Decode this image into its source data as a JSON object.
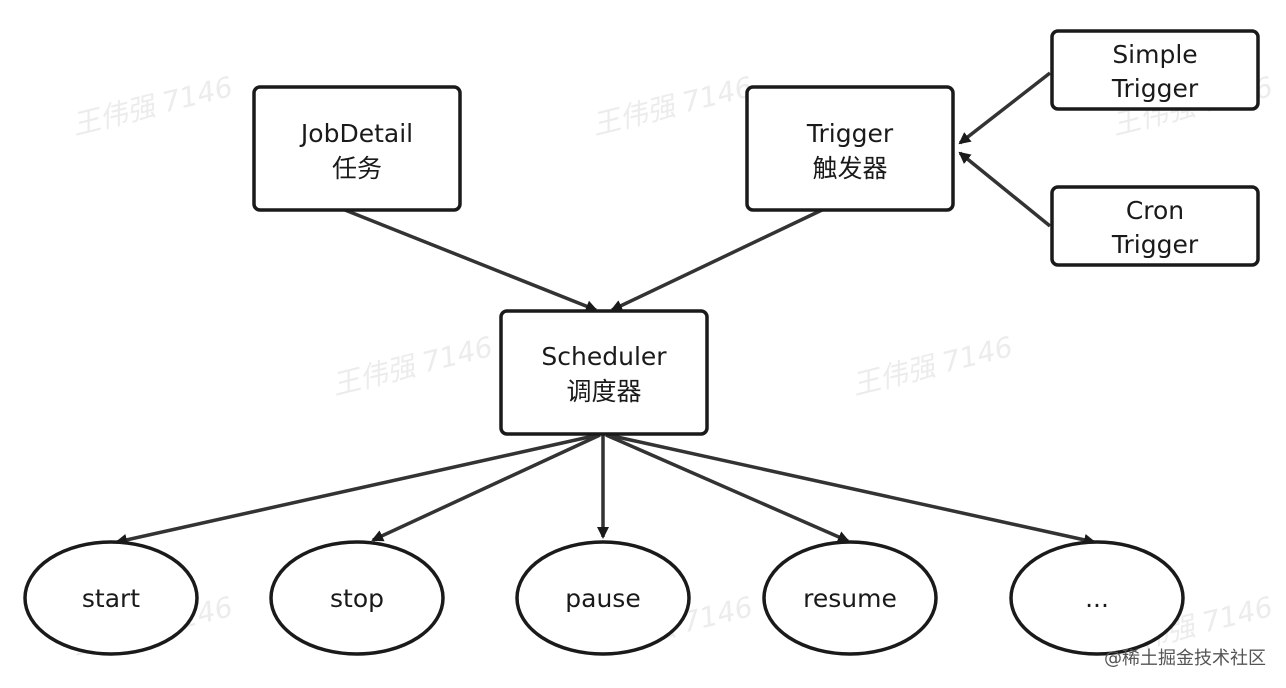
{
  "nodes": {
    "jobdetail": {
      "line1": "JobDetail",
      "line2": "任务"
    },
    "trigger": {
      "line1": "Trigger",
      "line2": "触发器"
    },
    "simple_trigger": {
      "line1": "Simple",
      "line2": "Trigger"
    },
    "cron_trigger": {
      "line1": "Cron",
      "line2": "Trigger"
    },
    "scheduler": {
      "line1": "Scheduler",
      "line2": "调度器"
    },
    "start": "start",
    "stop": "stop",
    "pause": "pause",
    "resume": "resume",
    "more": "..."
  },
  "watermark": "王伟强 7146",
  "credit": "@稀土掘金技术社区",
  "colors": {
    "stroke": "#1a1a1a",
    "edge": "#333333",
    "watermark": "#ececec"
  }
}
